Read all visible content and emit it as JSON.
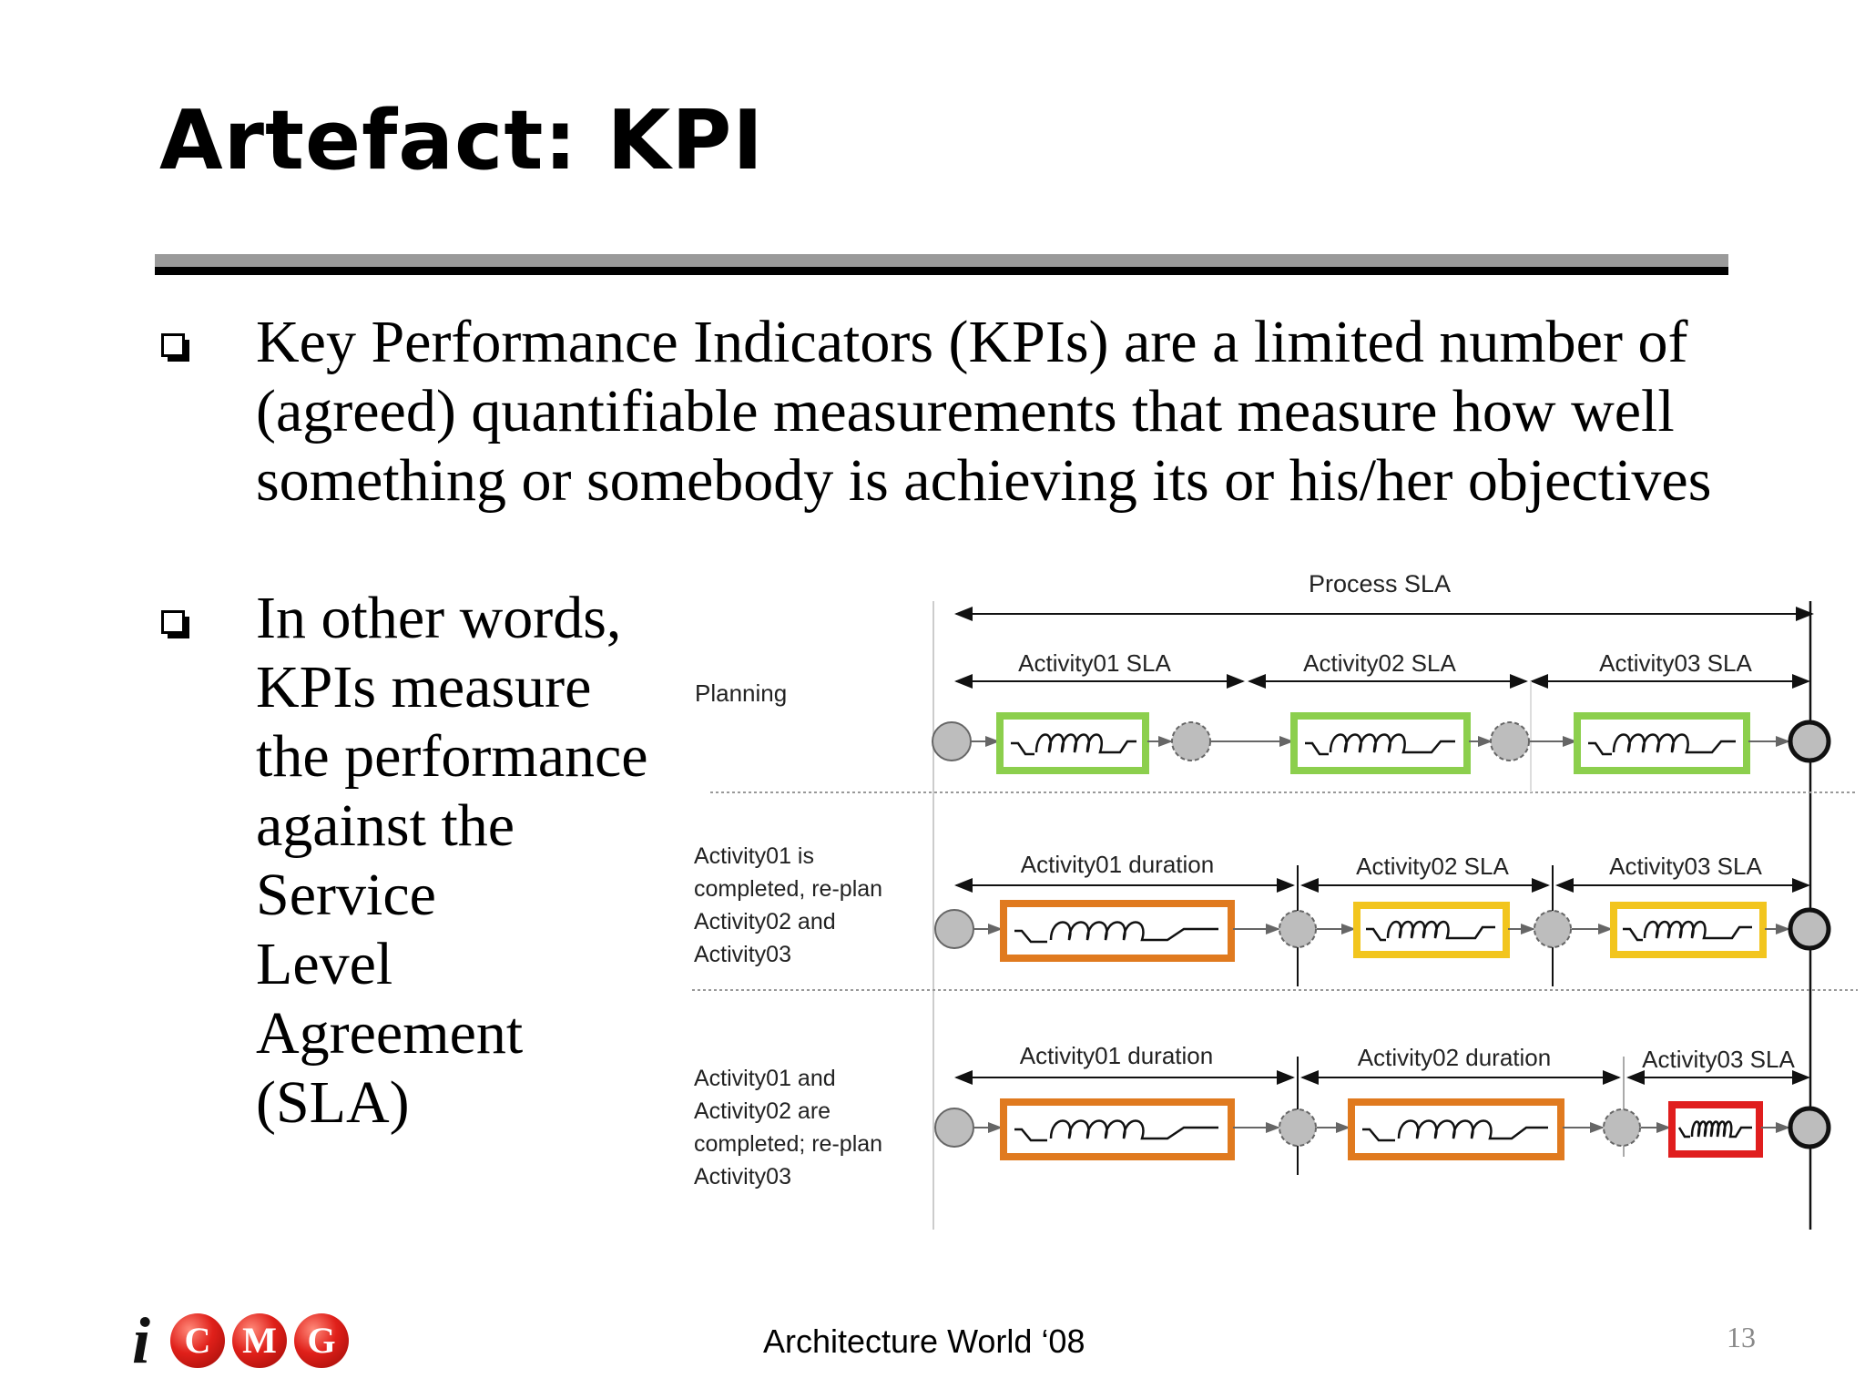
{
  "slide": {
    "title": "Artefact: KPI",
    "bullets": [
      {
        "lines": [
          "Key Performance Indicators (KPIs) are a limited number of",
          "(agreed) quantifiable measurements that measure how well",
          "something or somebody is achieving its or his/her objectives"
        ]
      },
      {
        "lines": [
          "In other words,",
          "KPIs measure",
          "the performance",
          "against the",
          "Service",
          "Level",
          "Agreement",
          "(SLA)"
        ]
      }
    ],
    "footer": "Architecture World ‘08",
    "page_number": "13"
  },
  "logo": {
    "prefix": "i",
    "letters": [
      "C",
      "M",
      "G"
    ],
    "accent": "#e0201a"
  },
  "diagram": {
    "top_label": "Process SLA",
    "rows": [
      {
        "label": [
          "Planning"
        ],
        "segments": [
          "Activity01 SLA",
          "Activity02 SLA",
          "Activity03 SLA"
        ],
        "box_colors": [
          "#8ccf4d",
          "#8ccf4d",
          "#8ccf4d"
        ]
      },
      {
        "label": [
          "Activity01 is",
          "completed, re-plan",
          "Activity02 and",
          "Activity03"
        ],
        "segments": [
          "Activity01 duration",
          "Activity02 SLA",
          "Activity03 SLA"
        ],
        "box_colors": [
          "#e07a1f",
          "#f2c51e",
          "#f2c51e"
        ]
      },
      {
        "label": [
          "Activity01 and",
          "Activity02 are",
          "completed; re-plan",
          "Activity03"
        ],
        "segments": [
          "Activity01 duration",
          "Activity02 duration",
          "Activity03 SLA"
        ],
        "box_colors": [
          "#e07a1f",
          "#e07a1f",
          "#e01e1e"
        ]
      }
    ]
  }
}
